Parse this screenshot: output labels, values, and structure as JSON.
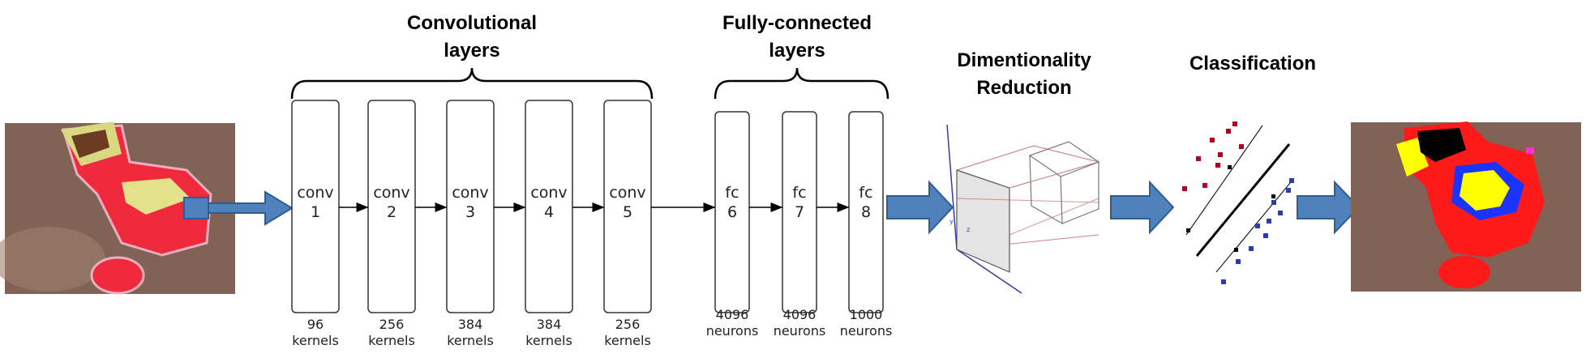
{
  "headings": {
    "conv": [
      "Convolutional",
      "layers"
    ],
    "fc": [
      "Fully-connected",
      "layers"
    ],
    "dimred": [
      "Dimentionality",
      "Reduction"
    ],
    "classification": "Classification"
  },
  "conv_layers": [
    {
      "name": "conv",
      "num": "1",
      "count": "96",
      "unit": "kernels"
    },
    {
      "name": "conv",
      "num": "2",
      "count": "256",
      "unit": "kernels"
    },
    {
      "name": "conv",
      "num": "3",
      "count": "384",
      "unit": "kernels"
    },
    {
      "name": "conv",
      "num": "4",
      "count": "384",
      "unit": "kernels"
    },
    {
      "name": "conv",
      "num": "5",
      "count": "256",
      "unit": "kernels"
    }
  ],
  "fc_layers": [
    {
      "name": "fc",
      "num": "6",
      "count": "4096",
      "unit": "neurons"
    },
    {
      "name": "fc",
      "num": "7",
      "count": "4096",
      "unit": "neurons"
    },
    {
      "name": "fc",
      "num": "8",
      "count": "1000",
      "unit": "neurons"
    }
  ],
  "axis_labels": {
    "y": "y",
    "z": "z"
  },
  "colors": {
    "flow_arrow": "#4f81bd",
    "flow_arrow_border": "#2e5d8e",
    "wound_red": "#ff1a1a",
    "slough_yellow": "#ffff00",
    "necrosis_black": "#000000",
    "granulation_blue": "#1a33ff",
    "skin": "#8a6a5c",
    "class_a": "#b00020",
    "class_b": "#2b3fa0"
  }
}
